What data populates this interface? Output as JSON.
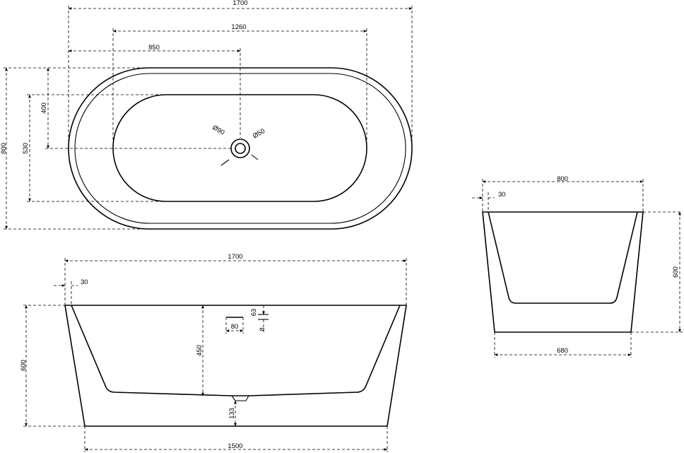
{
  "dimensions": {
    "top_length": "1700",
    "top_inner_length": "1260",
    "top_drain_offset": "850",
    "top_width": "800",
    "top_inner_width": "530",
    "top_drain_y_offset": "400",
    "drain_outer_dia": "Ø90",
    "drain_inner_dia": "Ø50",
    "side_length": "1700",
    "side_rim": "30",
    "side_height": "600",
    "side_depth": "450",
    "side_bottom_length": "1500",
    "side_drain_height": "133",
    "overflow_width": "80",
    "overflow_height": "63",
    "overflow_thickness": "8",
    "end_width": "800",
    "end_rim": "30",
    "end_height": "600",
    "end_bottom_width": "680"
  },
  "colors": {
    "line": "#000000",
    "background": "#ffffff"
  }
}
